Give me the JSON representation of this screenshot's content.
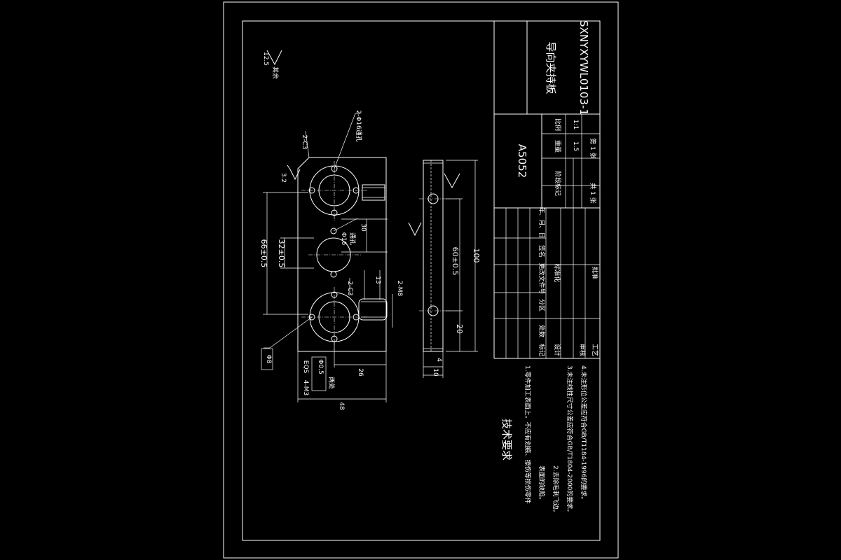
{
  "title_block": {
    "part_name": "导向夹持板",
    "drawing_number": "SXNYXYWL0103-1",
    "material": "A5052",
    "stage_mark_label": "阶段标记",
    "weight_label": "重量",
    "scale_label": "比例",
    "weight_value": "1.5",
    "scale_value": "1:1",
    "total_sheets": "共 1 张",
    "sheet_number": "第 1 张",
    "revision_headers": [
      "标记",
      "处数",
      "分区",
      "更改文件号",
      "签名",
      "年、月、日"
    ],
    "designer_label": "设计",
    "standardize_label": "标准化",
    "checker_label": "审核",
    "process_label": "工艺",
    "approve_label": "批准"
  },
  "roughness": {
    "other_value": "12.5",
    "other_label": "其余",
    "face_value": "3.2"
  },
  "dimensions": {
    "chamfer_top": "2-C3",
    "through_holes": "2-Φ16通孔",
    "depth_hole_diameter": "Φ16",
    "depth_hole_label": "通孔",
    "dim_30": "30",
    "dim_66": "66±0.5",
    "dim_32": "32±0.5",
    "dim_13": "13",
    "thread_2m8": "2-M8",
    "chamfer_c3": "2-C3",
    "bolt_holes": "4-M3",
    "depth_eq": "EQS",
    "position_tol": "Φ0.5",
    "both_sides": "两处",
    "hole_phi8": "Φ8",
    "dim_26": "26",
    "dim_48": "48",
    "dim_60": "60±0.5",
    "dim_100": "100",
    "dim_20": "20",
    "dim_10": "10",
    "dim_4": "4"
  },
  "notes": {
    "heading": "技术要求",
    "items": [
      "1.零件加工表面上，不应有划痕、擦伤等损伤零件",
      "表面的缺陷。",
      "2.去除毛刺飞边。",
      "3.未注线性尺寸公差应符合GB/T1804-2000的要求。",
      "4.未注形位公差应符合GB/T1184-1996的要求。"
    ]
  }
}
